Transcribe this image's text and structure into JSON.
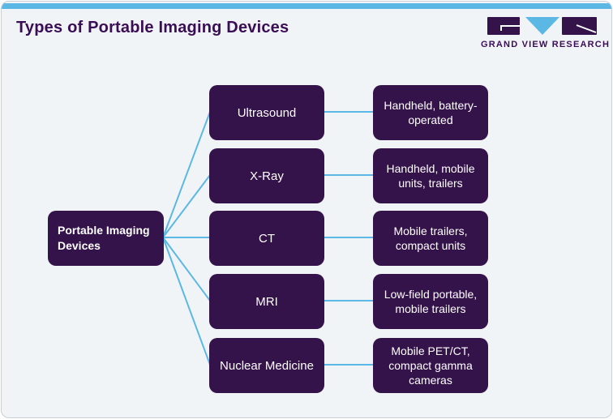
{
  "header": {
    "title": "Types of Portable Imaging Devices",
    "brand": "GRAND VIEW RESEARCH"
  },
  "colors": {
    "accent_blue": "#5bb8e5",
    "node_purple": "#34124a",
    "title_purple": "#3a0e55",
    "card_bg": "#f1f4f7"
  },
  "diagram": {
    "root": {
      "label": "Portable Imaging Devices"
    },
    "branches": [
      {
        "type": "Ultrasound",
        "detail": "Handheld, battery-operated"
      },
      {
        "type": "X-Ray",
        "detail": "Handheld, mobile units, trailers"
      },
      {
        "type": "CT",
        "detail": "Mobile trailers, compact units"
      },
      {
        "type": "MRI",
        "detail": "Low-field portable, mobile trailers"
      },
      {
        "type": "Nuclear Medicine",
        "detail": "Mobile PET/CT, compact gamma cameras"
      }
    ]
  }
}
